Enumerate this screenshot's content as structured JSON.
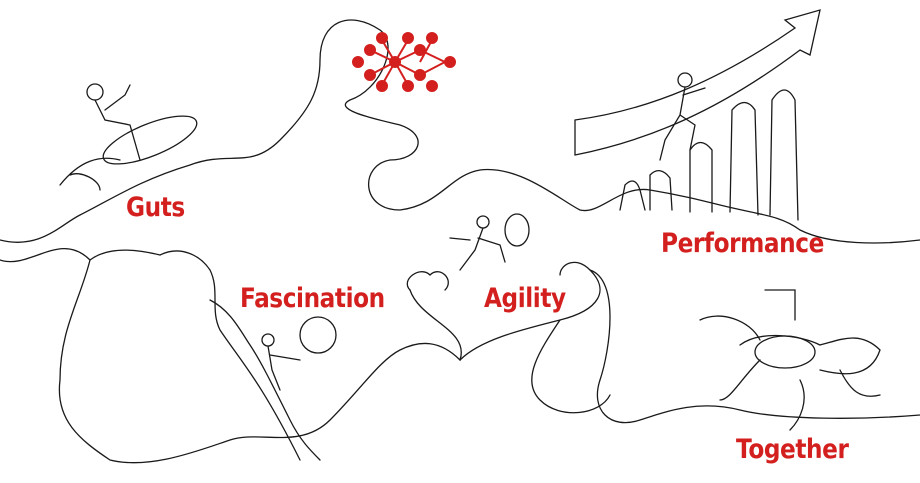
{
  "words": {
    "guts": "Guts",
    "fascination": "Fascination",
    "agility": "Agility",
    "performance": "Performance",
    "together": "Together"
  },
  "colors": {
    "accent": "#d3201f",
    "line": "#1a1a1a"
  }
}
